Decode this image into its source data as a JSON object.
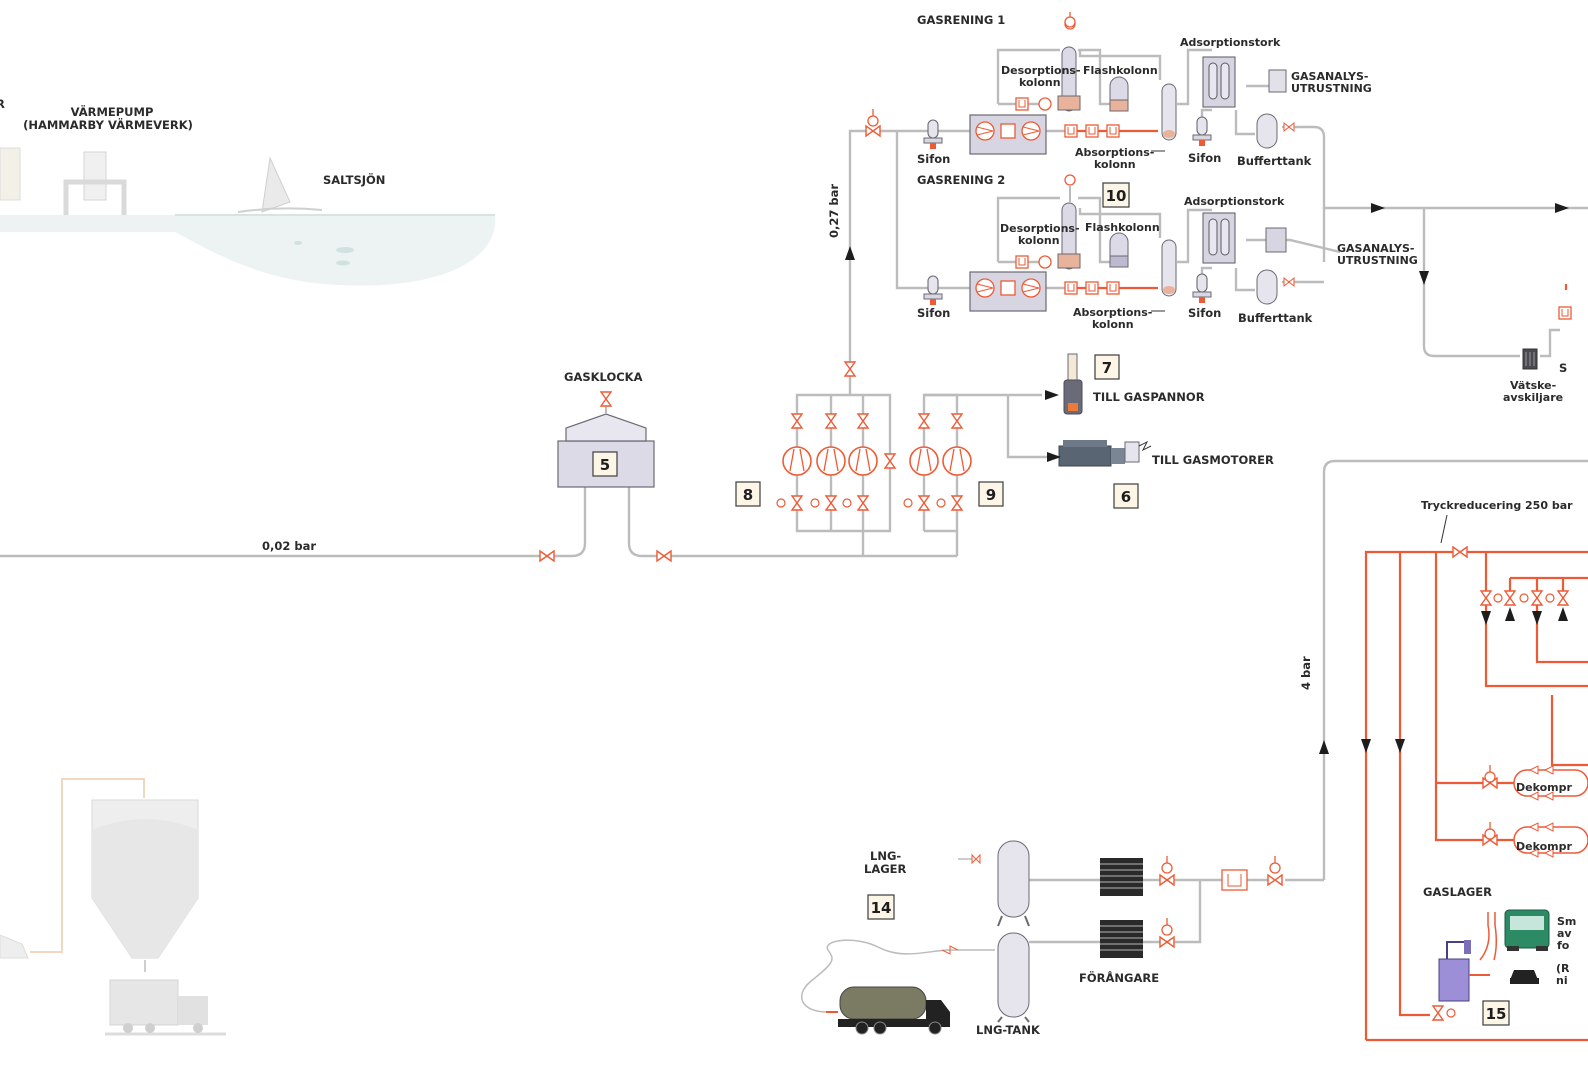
{
  "labels": {
    "gasrening_1": "GASRENING 1",
    "gasrening_2": "GASRENING 2",
    "desorption_1a": "Desorptions-",
    "desorption_1b": "kolonn",
    "desorption_2a": "Desorptions-",
    "desorption_2b": "kolonn",
    "flashkolonn_1": "Flashkolonn",
    "flashkolonn_2": "Flashkolonn",
    "adsorptionstork_1": "Adsorptionstork",
    "adsorptionstork_2": "Adsorptionstork",
    "gasanalys_1a": "GASANALYS-",
    "gasanalys_1b": "UTRUSTNING",
    "gasanalys_2a": "GASANALYS-",
    "gasanalys_2b": "UTRUSTNING",
    "absorption_1a": "Absorptions-",
    "absorption_1b": "kolonn",
    "absorption_2a": "Absorptions-",
    "absorption_2b": "kolonn",
    "sifon_1": "Sifon",
    "sifon_2": "Sifon",
    "sifon_3": "Sifon",
    "sifon_4": "Sifon",
    "bufferttank_1": "Bufferttank",
    "bufferttank_2": "Bufferttank",
    "varmepump_a": "VÄRMEPUMP",
    "varmepump_b": "(HAMMARBY VÄRMEVERK)",
    "saltsjon": "SALTSJÖN",
    "gasklocka": "GASKLOCKA",
    "till_gaspannor": "TILL GASPANNOR",
    "till_gasmotorer": "TILL GASMOTORER",
    "pressure_002": "0,02 bar",
    "pressure_027": "0,27 bar",
    "pressure_4": "4 bar",
    "tryckreducering": "Tryckreducering 250 bar",
    "vatske_a": "Vätske-",
    "vatske_b": "avskiljare",
    "dekompr_1": "Dekompr",
    "dekompr_2": "Dekompr",
    "gaslager": "GASLAGER",
    "lng_lager_a": "LNG-",
    "lng_lager_b": "LAGER",
    "lng_tank": "LNG-TANK",
    "forangare": "FÖRÅNGARE",
    "edge_s": "S",
    "edge_r": "R",
    "edge_sm1": "Sm",
    "edge_sm2": "av",
    "edge_sm3": "fo",
    "edge_rn1": "(R",
    "edge_rn2": "ni"
  },
  "numbers": {
    "n5": "5",
    "n6": "6",
    "n7": "7",
    "n8": "8",
    "n9": "9",
    "n10": "10",
    "n14": "14",
    "n15": "15"
  },
  "colors": {
    "pipe_grey": "#bcbcbc",
    "pipe_red": "#ee5a36",
    "vessel_fill": "#e6e5ee",
    "number_box": "#fdf6e7"
  },
  "icons": [
    "valve-icon",
    "compressor-icon",
    "pressure-gauge-icon",
    "heat-exchanger-icon",
    "flow-arrow-icon"
  ]
}
